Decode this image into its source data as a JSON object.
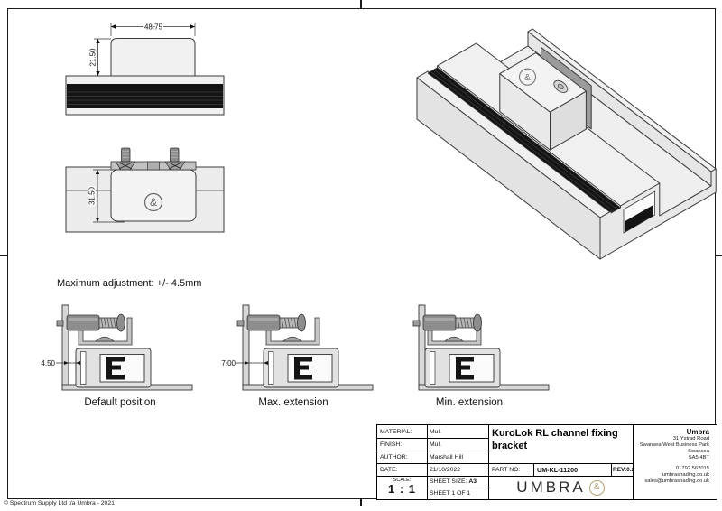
{
  "colors": {
    "logo_gold": "#b3a173",
    "line": "#333333",
    "seal_black": "#141414"
  },
  "sheet": {
    "copyright": "© Spectrum Supply Ltd t/a Umbra - 2021",
    "adjustment_note": "Maximum adjustment: +/- 4.5mm"
  },
  "views": {
    "top": {
      "dim_width": "48.75",
      "dim_height": "21.50"
    },
    "front": {
      "dim_height": "31.50",
      "logo_mark": "&"
    },
    "iso": {
      "logo_mark": "&"
    },
    "details": [
      {
        "caption": "Default position",
        "dim": "4.50"
      },
      {
        "caption": "Max. extension",
        "dim": "7.00"
      },
      {
        "caption": "Min. extension",
        "dim": ""
      }
    ]
  },
  "title_block": {
    "material_label": "MATERIAL:",
    "material": "Mul.",
    "finish_label": "FINISH:",
    "finish": "Mul.",
    "author_label": "AUTHOR:",
    "author": "Marshall Hill",
    "date_label": "DATE:",
    "date": "21/10/2022",
    "scale_label": "SCALE:",
    "scale": "1 : 1",
    "sheet_size_label": "SHEET SIZE:",
    "sheet_size": "A3",
    "sheet_count": "SHEET 1 OF 1",
    "title": "KuroLok RL channel fixing bracket",
    "part_no_label": "PART NO:",
    "part_no": "UM-KL-11200",
    "revision": "REV:0.2",
    "logo_text": "UMBRA",
    "logo_amp": "&"
  },
  "company": {
    "name": "Umbra",
    "address_line1": "31 Ystrad Road",
    "address_line2": "Swansea West Business Park",
    "address_line3": "Swansea",
    "address_line4": "SA5 4BT",
    "phone": "01792 562015",
    "website": "umbrashading.co.uk",
    "email": "sales@umbrashading.co.uk"
  }
}
